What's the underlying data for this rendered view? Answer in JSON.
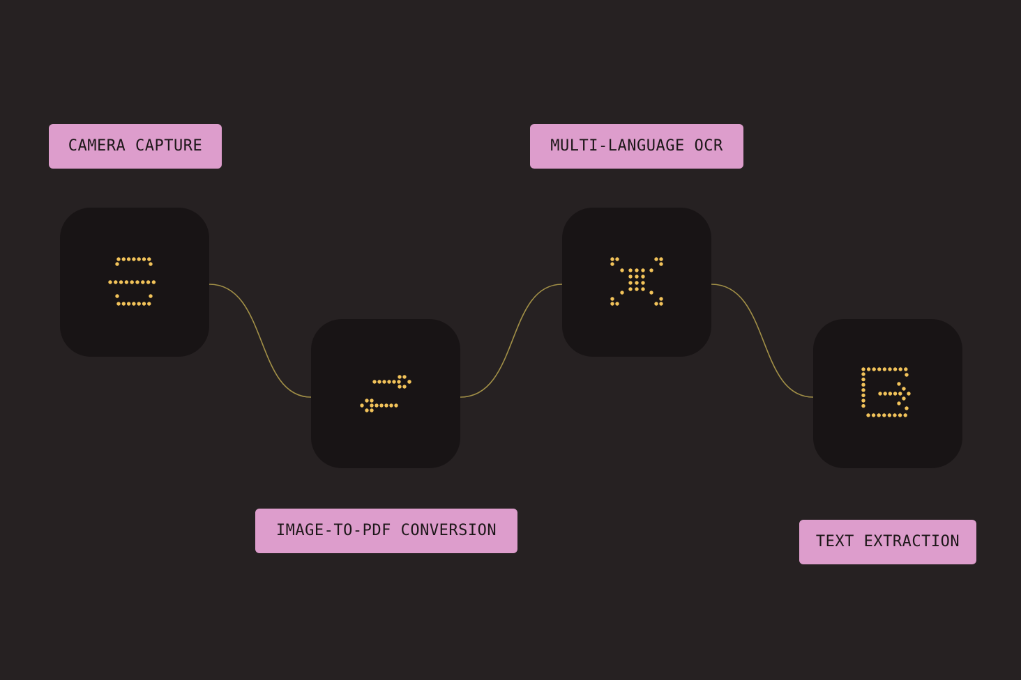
{
  "colors": {
    "background": "#262122",
    "tile": "#181415",
    "label_bg": "#dd9dcc",
    "label_text": "#1d1719",
    "icon_dots": "#f2c35a",
    "connector": "#b8a34e"
  },
  "steps": [
    {
      "label": "CAMERA CAPTURE",
      "icon": "scan-icon"
    },
    {
      "label": "IMAGE-TO-PDF CONVERSION",
      "icon": "swap-arrows-icon"
    },
    {
      "label": "MULTI-LANGUAGE OCR",
      "icon": "focus-grid-icon"
    },
    {
      "label": "TEXT EXTRACTION",
      "icon": "export-icon"
    }
  ]
}
